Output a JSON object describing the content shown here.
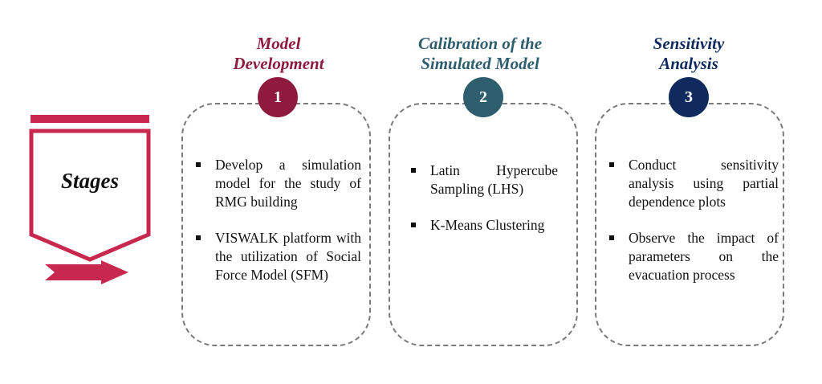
{
  "stages_label": "Stages",
  "colors": {
    "stage_accent": "#c8284f",
    "stage1": "#8e1a3d",
    "stage2": "#2e5e6e",
    "stage3": "#102a5e",
    "dash": "#7a7a7a"
  },
  "stages": [
    {
      "number": "1",
      "title_line1": "Model",
      "title_line2": "Development",
      "bullets": [
        "Develop a simulation model for the study of RMG building",
        "VISWALK platform with the utilization of Social Force Model (SFM)"
      ]
    },
    {
      "number": "2",
      "title_line1": "Calibration of the",
      "title_line2": "Simulated Model",
      "bullets": [
        "Latin Hypercube Sampling (LHS)",
        "K-Means Clustering"
      ]
    },
    {
      "number": "3",
      "title_line1": "Sensitivity",
      "title_line2": "Analysis",
      "bullets": [
        "Conduct sensitivity analysis using partial dependence plots",
        "Observe the impact of parameters on the evacuation process"
      ]
    }
  ]
}
